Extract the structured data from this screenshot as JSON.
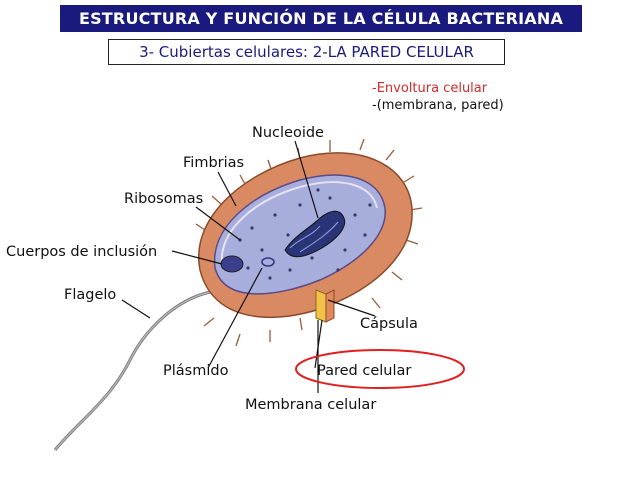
{
  "title": "ESTRUCTURA Y FUNCIÓN DE LA CÉLULA BACTERIANA",
  "subtitle": "3- Cubiertas celulares: 2-LA PARED CELULAR",
  "notes": {
    "envoltura": "-Envoltura celular",
    "membrana_pared": "-(membrana, pared)"
  },
  "labels": {
    "nucleoide": "Nucleoide",
    "fimbrias": "Fimbrias",
    "ribosomas": "Ribosomas",
    "cuerpos_inclusion": "Cuerpos de inclusión",
    "flagelo": "Flagelo",
    "capsula": "Cápsula",
    "plasmido": "Plásmido",
    "pared_celular": "Pared celular",
    "membrana_celular": "Membrana celular"
  },
  "colors": {
    "title_bg": "#1a1a7e",
    "accent_red": "#d42a2a",
    "highlight_ellipse": "#e02020",
    "cell_wall": "#d98a63",
    "cytoplasm": "#a7aedb",
    "nucleoid": "#2a3578"
  }
}
